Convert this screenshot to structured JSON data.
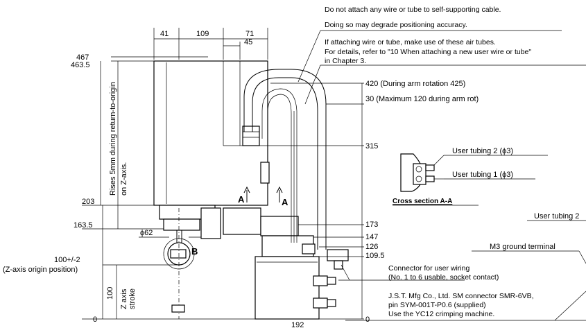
{
  "dimensions": {
    "top_41": "41",
    "top_109": "109",
    "top_71": "71",
    "top_45": "45",
    "left_467": "467",
    "left_463_5": "463.5",
    "left_203": "203",
    "left_163_5": "163.5",
    "left_100_tol": "100+/-2",
    "left_zorigin": "(Z-axis origin position)",
    "left_100": "100",
    "left_0": "0",
    "dia_62": "ϕ62",
    "right_420": "420 (During arm rotation 425)",
    "right_30": "30 (Maximum 120 during arm rot)",
    "right_315": "315",
    "right_173": "173",
    "right_147": "147",
    "right_126": "126",
    "right_109_5": "109.5",
    "right_0": "0",
    "bottom_partial": "192"
  },
  "vertical_notes": {
    "rises_line1": "Rises 5mm during return-to-origin",
    "rises_line2": "on Z-axis.",
    "zaxis_line1": "Z axis",
    "zaxis_line2": "stroke"
  },
  "labels": {
    "view_a_left": "A",
    "view_a_right": "A",
    "detail_b": "B",
    "cross_section": "Cross section A-A",
    "tubing2": "User tubing 2 (ϕ3)",
    "tubing1": "User tubing 1 (ϕ3)",
    "tubing2_cut": "User tubing 2",
    "ground": "M3 ground terminal"
  },
  "notes": {
    "cable1": "Do not attach any wire or tube to self-supporting cable.",
    "cable2": "Doing so may degrade positioning accuracy.",
    "tube1": "If attaching wire or tube, make use of these air tubes.",
    "tube2": "For details, refer to \"10 When attaching a new user wire or tube\"",
    "tube3": "in Chapter 3.",
    "conn1": "Connector for user wiring",
    "conn2": "(No. 1 to 6 usable, socket contact)",
    "jst1": "J.S.T. Mfg Co., Ltd. SM connector SMR-6VB,",
    "jst2": "pin SYM-001T-P0.6 (supplied)",
    "jst3": "Use the YC12 crimping machine."
  }
}
